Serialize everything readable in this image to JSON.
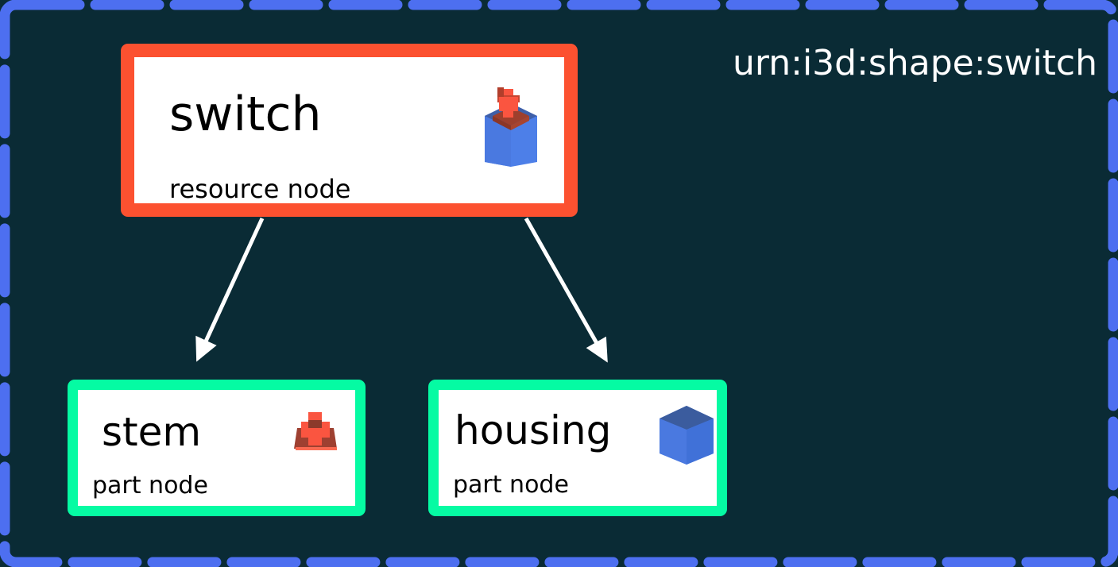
{
  "diagram": {
    "title": "urn:i3d:shape:switch",
    "background_color": "#0a2b35",
    "frame_color": "#4d6ff0",
    "edge_color": "#ffffff"
  },
  "nodes": [
    {
      "id": "switch",
      "label": "switch",
      "subtitle": "resource node",
      "kind": "resource",
      "border_color": "#fc5130",
      "icon": "switch-assembly-icon"
    },
    {
      "id": "stem",
      "label": "stem",
      "subtitle": "part node",
      "kind": "part",
      "border_color": "#05fba3",
      "icon": "stem-part-icon"
    },
    {
      "id": "housing",
      "label": "housing",
      "subtitle": "part node",
      "kind": "part",
      "border_color": "#05fba3",
      "icon": "housing-cube-icon"
    }
  ],
  "edges": [
    {
      "from": "switch",
      "to": "stem",
      "arrow": "down-left"
    },
    {
      "from": "switch",
      "to": "housing",
      "arrow": "down-right"
    }
  ]
}
